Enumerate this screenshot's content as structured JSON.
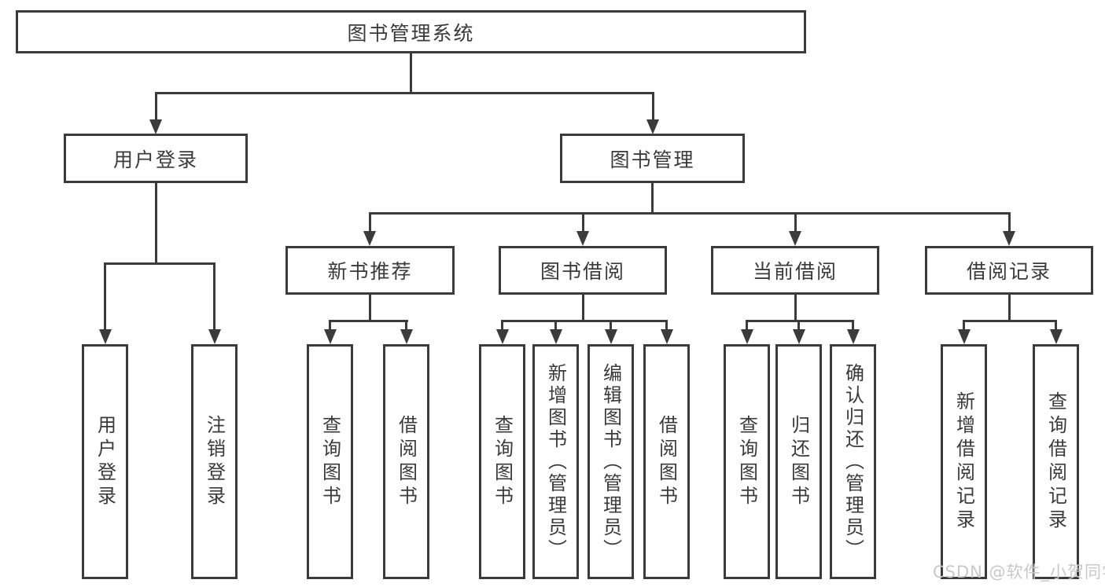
{
  "tree": {
    "label": "图书管理系统",
    "children": [
      {
        "label": "用户登录",
        "children": [
          {
            "label": "用户登录"
          },
          {
            "label": "注销登录"
          }
        ]
      },
      {
        "label": "图书管理",
        "children": [
          {
            "label": "新书推荐",
            "children": [
              {
                "label": "查询图书"
              },
              {
                "label": "借阅图书"
              }
            ]
          },
          {
            "label": "图书借阅",
            "children": [
              {
                "label": "查询图书"
              },
              {
                "label": "新增图书（管理员）"
              },
              {
                "label": "编辑图书（管理员）"
              },
              {
                "label": "借阅图书"
              }
            ]
          },
          {
            "label": "当前借阅",
            "children": [
              {
                "label": "查询图书"
              },
              {
                "label": "归还图书"
              },
              {
                "label": "确认归还（管理员）"
              }
            ]
          },
          {
            "label": "借阅记录",
            "children": [
              {
                "label": "新增借阅记录"
              },
              {
                "label": "查询借阅记录"
              }
            ]
          }
        ]
      }
    ]
  },
  "watermark": {
    "text": "CSDN @软件_小贺同学"
  },
  "colors": {
    "line": "#3b3b3b",
    "text": "#3a3a3a",
    "box_background": "#ffffff",
    "page_background": "#ffffff",
    "watermark": "#c8c8c8"
  }
}
